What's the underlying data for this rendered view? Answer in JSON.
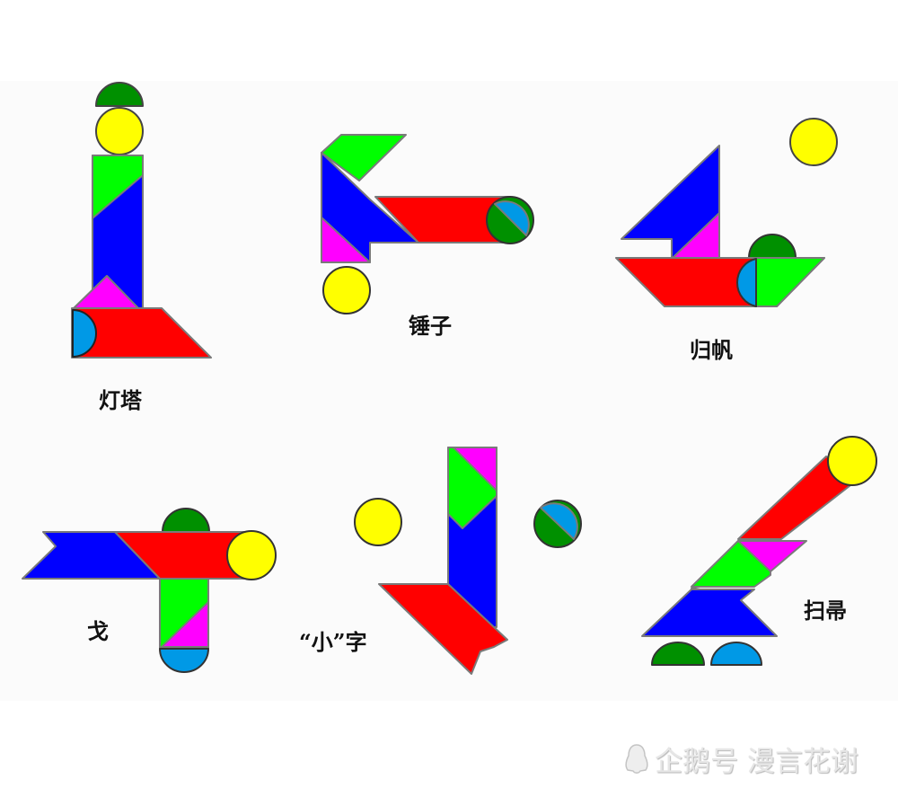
{
  "figures": [
    {
      "id": "lighthouse",
      "label": "灯塔"
    },
    {
      "id": "hammer",
      "label": "锤子"
    },
    {
      "id": "returning-sail",
      "label": "归帆"
    },
    {
      "id": "dagger-axe",
      "label": "戈"
    },
    {
      "id": "xiao-character",
      "label": "“小”字"
    },
    {
      "id": "broom",
      "label": "扫帚"
    }
  ],
  "watermark": {
    "icon": "penguin-icon",
    "text": "企鹅号 漫言花谢"
  },
  "colors": {
    "red": "#ff0000",
    "blue": "#0000ff",
    "green": "#00ff00",
    "dark_green": "#009000",
    "magenta": "#ff00ff",
    "yellow": "#ffff00",
    "sky_blue": "#0099e6",
    "outline": "#7a7a7a"
  }
}
